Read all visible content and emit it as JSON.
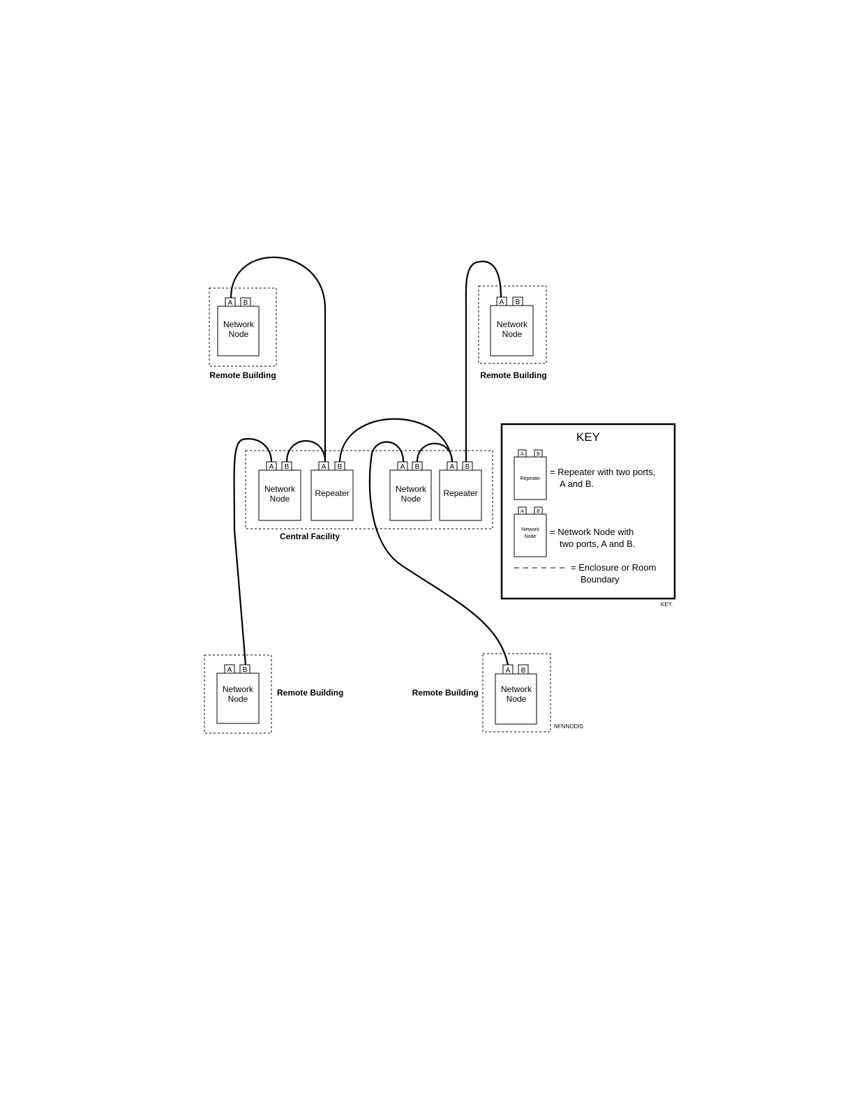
{
  "devices": {
    "rb1_node": {
      "line1": "Network",
      "line2": "Node"
    },
    "rb2_node": {
      "line1": "Network",
      "line2": "Node"
    },
    "rb3_node": {
      "line1": "Network",
      "line2": "Node"
    },
    "rb4_node": {
      "line1": "Network",
      "line2": "Node"
    },
    "cf_node1": {
      "line1": "Network",
      "line2": "Node"
    },
    "cf_rep1": {
      "label": "Repeater"
    },
    "cf_node2": {
      "line1": "Network",
      "line2": "Node"
    },
    "cf_rep2": {
      "label": "Repeater"
    }
  },
  "ports": {
    "a": "A",
    "b": "B"
  },
  "enclosures": {
    "remote_building": "Remote Building",
    "central_facility": "Central Facility"
  },
  "key": {
    "title": "KEY",
    "repeater_icon_label": "Repeater",
    "node_icon_line1": "Network",
    "node_icon_line2": "Node",
    "repeater_desc_line1": "= Repeater with two ports,",
    "repeater_desc_line2": "A and B.",
    "node_desc_line1": "= Network Node with",
    "node_desc_line2": "two ports, A and B.",
    "boundary_desc_line1": "= Enclosure or Room",
    "boundary_desc_line2": "Boundary",
    "code": "KEY."
  },
  "figure_code": "NFNNODIS."
}
